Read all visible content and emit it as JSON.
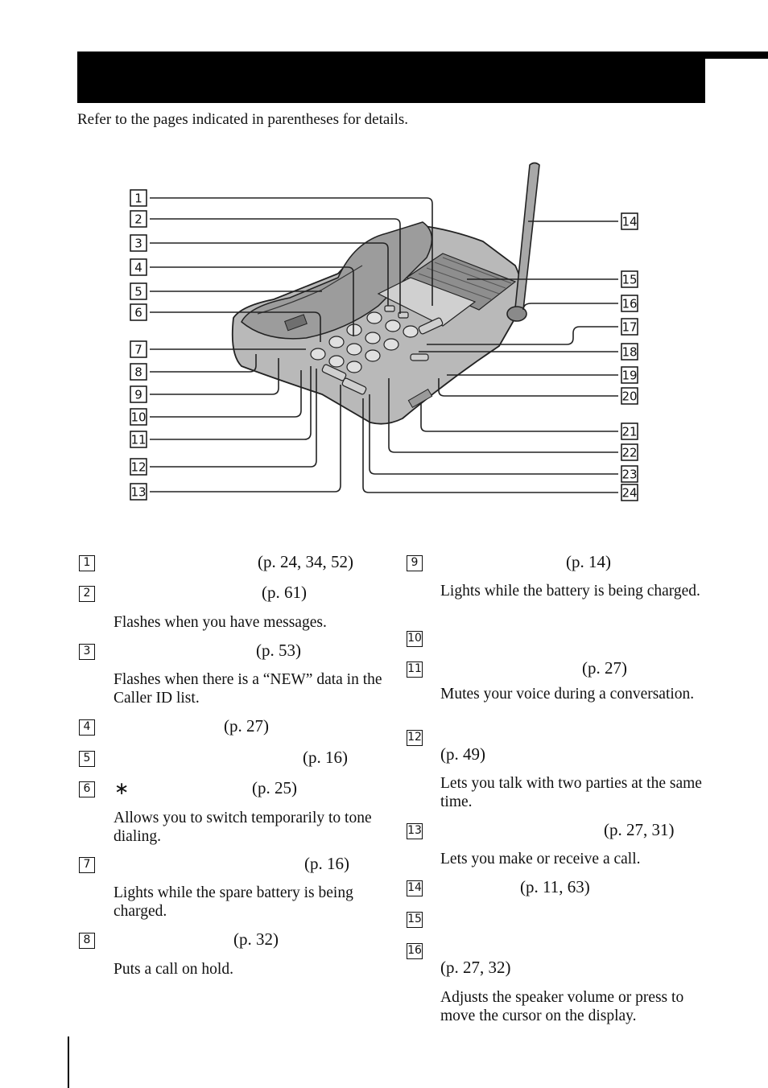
{
  "header": {
    "intro": "Refer to the pages indicated in parentheses for details."
  },
  "diagram": {
    "callouts_left": [
      "1",
      "2",
      "3",
      "4",
      "5",
      "6",
      "7",
      "8",
      "9",
      "10",
      "11",
      "12",
      "13"
    ],
    "callouts_right": [
      "14",
      "15",
      "16",
      "17",
      "18",
      "19",
      "20",
      "21",
      "22",
      "23",
      "24"
    ]
  },
  "items": [
    {
      "num": "1",
      "ref": "(p. 24, 34, 52)",
      "desc": ""
    },
    {
      "num": "2",
      "ref": "(p. 61)",
      "desc": "Flashes when you have messages."
    },
    {
      "num": "3",
      "ref": "(p. 53)",
      "desc": "Flashes when there is a “NEW” data in the Caller ID list."
    },
    {
      "num": "4",
      "ref": "(p. 27)",
      "desc": ""
    },
    {
      "num": "5",
      "ref": "(p. 16)",
      "desc": ""
    },
    {
      "num": "6",
      "symbol": "∗",
      "ref": "(p. 25)",
      "desc": "Allows you to switch temporarily to tone dialing."
    },
    {
      "num": "7",
      "ref": "(p. 16)",
      "desc": "Lights while the spare battery is being charged."
    },
    {
      "num": "8",
      "ref": "(p. 32)",
      "desc": "Puts a call on hold."
    },
    {
      "num": "9",
      "ref": "(p. 14)",
      "desc": "Lights while the battery is being charged."
    },
    {
      "num": "10",
      "ref": "",
      "desc": ""
    },
    {
      "num": "11",
      "ref": "(p. 27)",
      "desc": "Mutes your voice during a conversation."
    },
    {
      "num": "12",
      "ref": "(p. 49)",
      "desc": "Lets you talk with two parties at the same time."
    },
    {
      "num": "13",
      "ref": "(p. 27, 31)",
      "desc": "Lets you make or receive a call."
    },
    {
      "num": "14",
      "ref": "(p. 11, 63)",
      "desc": ""
    },
    {
      "num": "15",
      "ref": "",
      "desc": ""
    },
    {
      "num": "16",
      "ref": "(p. 27, 32)",
      "desc": "Adjusts the speaker volume or press to move the cursor on the display."
    }
  ]
}
